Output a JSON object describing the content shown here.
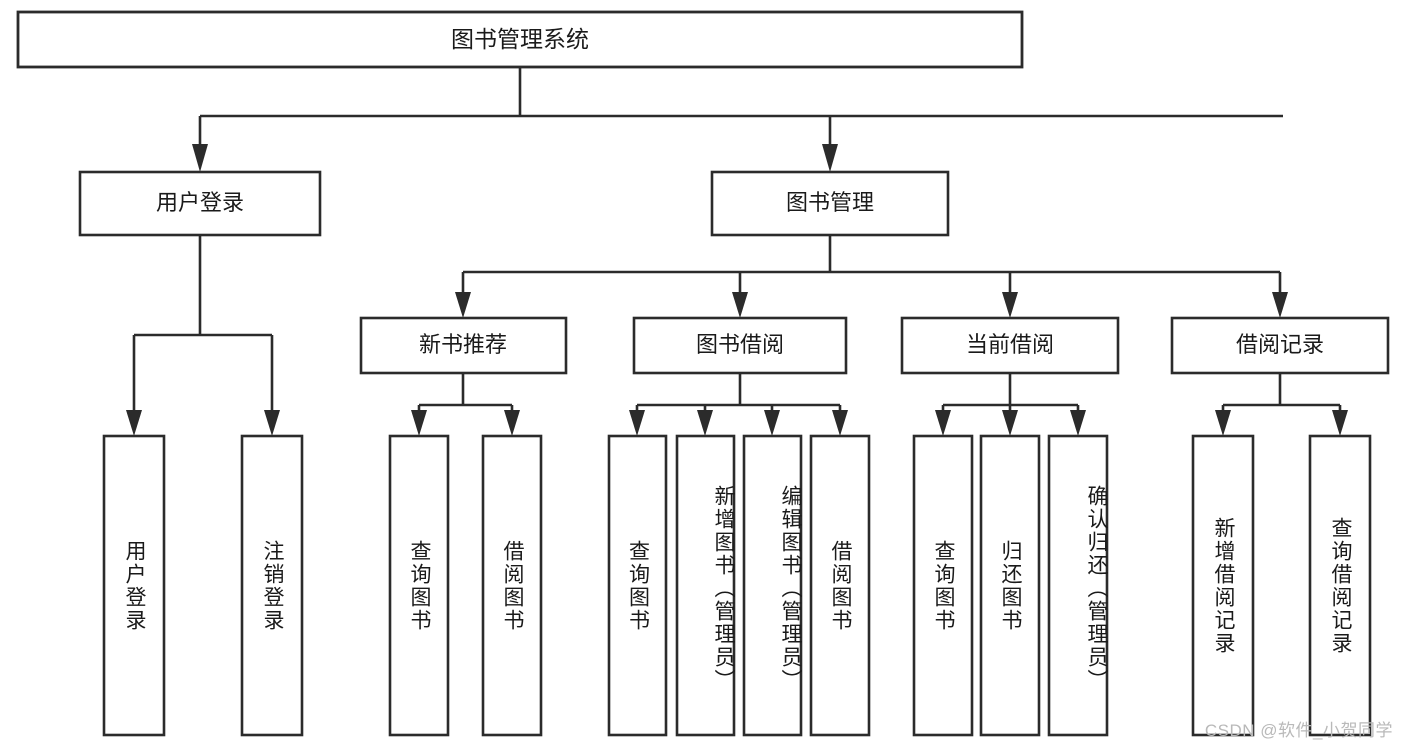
{
  "diagram": {
    "title": "图书管理系统",
    "type": "tree-hierarchy-diagram",
    "colors": {
      "box_stroke": "#2b2b2b",
      "box_fill": "#ffffff",
      "text": "#1a1a1a",
      "background": "#ffffff",
      "watermark": "#b9b9b9"
    },
    "root": {
      "label": "图书管理系统"
    },
    "level2": [
      {
        "label": "用户登录"
      },
      {
        "label": "图书管理"
      }
    ],
    "level3": [
      {
        "label": "新书推荐"
      },
      {
        "label": "图书借阅"
      },
      {
        "label": "当前借阅"
      },
      {
        "label": "借阅记录"
      }
    ],
    "leaves": {
      "user_login": [
        {
          "label": "用户登录"
        },
        {
          "label": "注销登录"
        }
      ],
      "new_book_recommend": [
        {
          "label": "查询图书"
        },
        {
          "label": "借阅图书"
        }
      ],
      "book_borrow": [
        {
          "label": "查询图书"
        },
        {
          "label": "新增图书（管理员）"
        },
        {
          "label": "编辑图书（管理员）"
        },
        {
          "label": "借阅图书"
        }
      ],
      "current_borrow": [
        {
          "label": "查询图书"
        },
        {
          "label": "归还图书"
        },
        {
          "label": "确认归还（管理员）"
        }
      ],
      "borrow_record": [
        {
          "label": "新增借阅记录"
        },
        {
          "label": "查询借阅记录"
        }
      ]
    },
    "watermark": "CSDN @软件_小贺同学"
  }
}
